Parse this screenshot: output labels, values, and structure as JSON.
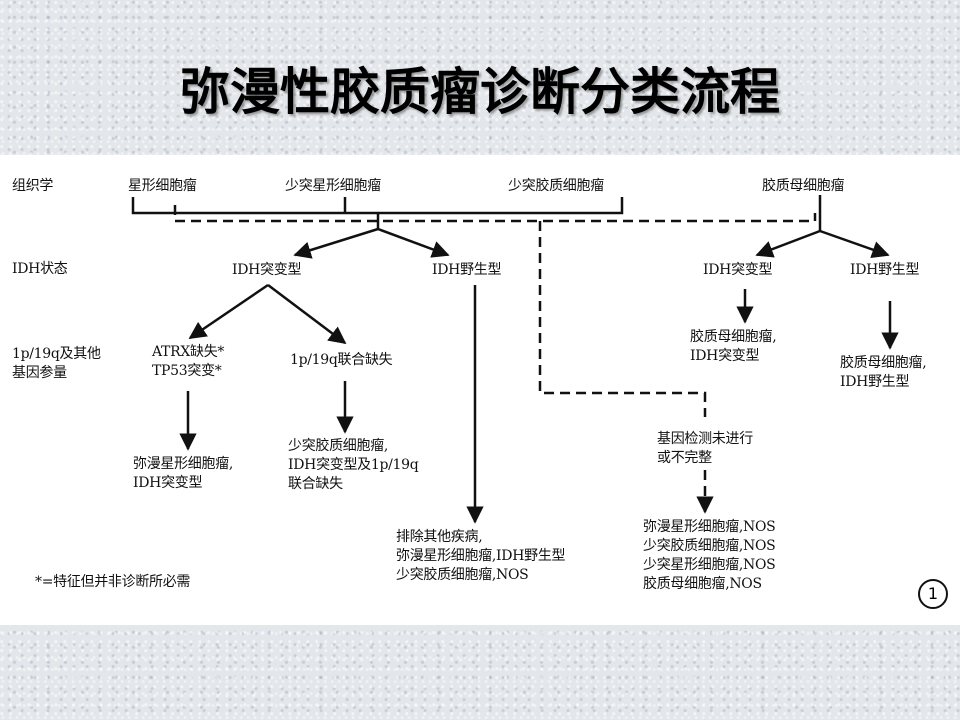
{
  "title": "弥漫性胶质瘤诊断分类流程",
  "rows": {
    "histology": "组织学",
    "idh_status": "IDH状态",
    "params": "1p/19q及其他\n基因参量"
  },
  "histology": {
    "astrocytoma": "星形细胞瘤",
    "oligoastrocytoma": "少突星形细胞瘤",
    "oligodendroglioma": "少突胶质细胞瘤",
    "glioblastoma": "胶质母细胞瘤"
  },
  "idh": {
    "left_mutant": "IDH突变型",
    "left_wildtype": "IDH野生型",
    "right_mutant": "IDH突变型",
    "right_wildtype": "IDH野生型"
  },
  "markers": {
    "atrx_tp53": "ATRX缺失*\nTP53突变*",
    "codeletion": "1p/19q联合缺失"
  },
  "results": {
    "diffuse_astro_idh_mut": "弥漫星形细胞瘤,\nIDH突变型",
    "oligo_idh_mut_codel": "少突胶质细胞瘤,\nIDH突变型及1p/19q\n联合缺失",
    "exclude_other": "排除其他疾病,\n弥漫星形细胞瘤,IDH野生型\n少突胶质细胞瘤,NOS",
    "gbm_idh_mut": "胶质母细胞瘤,\nIDH突变型",
    "gbm_idh_wt": "胶质母细胞瘤,\nIDH野生型",
    "nos_list": "弥漫星形细胞瘤,NOS\n少突胶质细胞瘤,NOS\n少突星形细胞瘤,NOS\n胶质母细胞瘤,NOS"
  },
  "testing": "基因检测未进行\n或不完整",
  "footnote": "*=特征但并非诊断所必需",
  "figure_number": "1"
}
